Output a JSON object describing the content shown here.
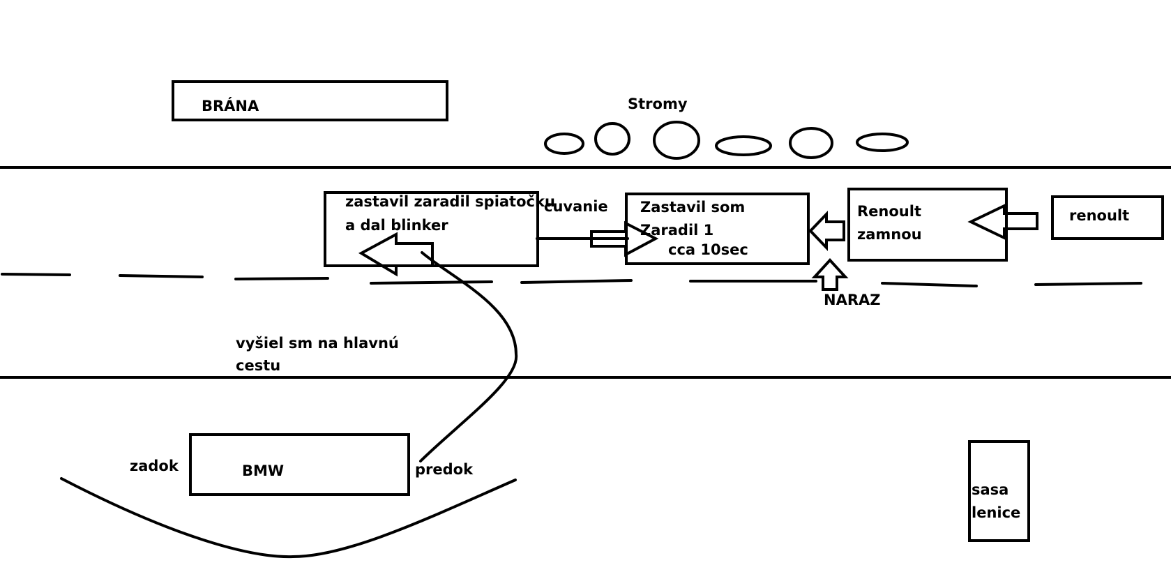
{
  "diagram": {
    "type": "traffic-accident-sketch",
    "colors": {
      "ink": "#000000",
      "background": "#ffffff"
    },
    "labels": {
      "gate": "BRÁNA",
      "trees": "Stromy",
      "car_left_line1": "zastavil zaradil spiatočku",
      "car_left_line2": "a dal blinker",
      "reversing": "cuvanie",
      "my_car_line1": "Zastavil som",
      "my_car_line2": "Zaradil 1",
      "my_car_line3": "cca 10sec",
      "renault_behind_line1": "Renoult",
      "renault_behind_line2": "zamnou",
      "renault_far": "renoult",
      "impact": "NARAZ",
      "exit_line1": "vyšiel sm na hlavnú",
      "exit_line2": "cestu",
      "bmw": "BMW",
      "bmw_rear": "zadok",
      "bmw_front": "predok",
      "side_box_line1": "sasa",
      "side_box_line2": "lenice"
    },
    "trees_count": 6
  }
}
